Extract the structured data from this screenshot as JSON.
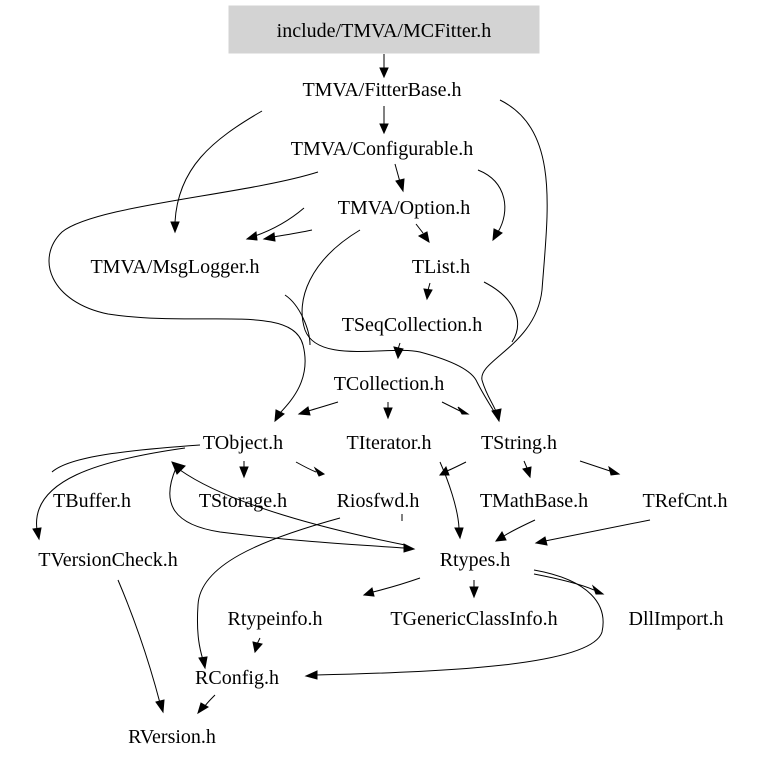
{
  "graph": {
    "root": "include/TMVA/MCFitter.h",
    "nodes": {
      "mcfitter": "include/TMVA/MCFitter.h",
      "fitterbase": "TMVA/FitterBase.h",
      "configurable": "TMVA/Configurable.h",
      "option": "TMVA/Option.h",
      "msglogger": "TMVA/MsgLogger.h",
      "tlist": "TList.h",
      "tseqcollection": "TSeqCollection.h",
      "tcollection": "TCollection.h",
      "tobject": "TObject.h",
      "titerator": "TIterator.h",
      "tstring": "TString.h",
      "tbuffer": "TBuffer.h",
      "tstorage": "TStorage.h",
      "riosfwd": "Riosfwd.h",
      "tmathbase": "TMathBase.h",
      "trefcnt": "TRefCnt.h",
      "tversioncheck": "TVersionCheck.h",
      "rtypes": "Rtypes.h",
      "rtypeinfo": "Rtypeinfo.h",
      "tgenericclassinfo": "TGenericClassInfo.h",
      "dllimport": "DllImport.h",
      "rconfig": "RConfig.h",
      "rversion": "RVersion.h"
    }
  }
}
